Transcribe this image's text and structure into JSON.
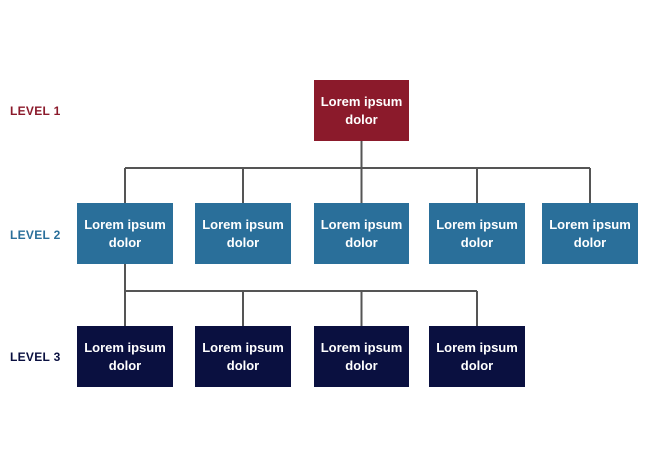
{
  "levels": {
    "level1": {
      "label": "LEVEL 1",
      "color": "#8b1a2b"
    },
    "level2": {
      "label": "LEVEL 2",
      "color": "#2a6f9a"
    },
    "level3": {
      "label": "LEVEL 3",
      "color": "#0a1040"
    }
  },
  "connector_color": "#555555",
  "nodes": {
    "level1": [
      {
        "line1": "Lorem ipsum",
        "line2": "dolor"
      }
    ],
    "level2": [
      {
        "line1": "Lorem ipsum",
        "line2": "dolor"
      },
      {
        "line1": "Lorem ipsum",
        "line2": "dolor"
      },
      {
        "line1": "Lorem ipsum",
        "line2": "dolor"
      },
      {
        "line1": "Lorem ipsum",
        "line2": "dolor"
      },
      {
        "line1": "Lorem ipsum",
        "line2": "dolor"
      }
    ],
    "level3": [
      {
        "line1": "Lorem ipsum",
        "line2": "dolor"
      },
      {
        "line1": "Lorem ipsum",
        "line2": "dolor"
      },
      {
        "line1": "Lorem ipsum",
        "line2": "dolor"
      },
      {
        "line1": "Lorem ipsum",
        "line2": "dolor"
      }
    ]
  }
}
